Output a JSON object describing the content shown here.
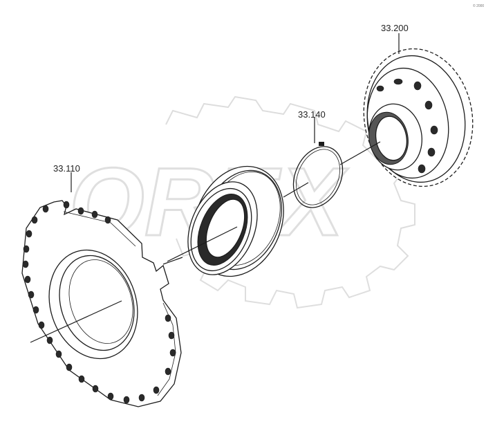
{
  "diagram": {
    "parts": [
      {
        "id": "33.200",
        "label": "33.200"
      },
      {
        "id": "33.140",
        "label": "33.140"
      },
      {
        "id": "33.110",
        "label": "33.110"
      }
    ],
    "watermark": "OREX",
    "corner_mark": "© 2000"
  }
}
